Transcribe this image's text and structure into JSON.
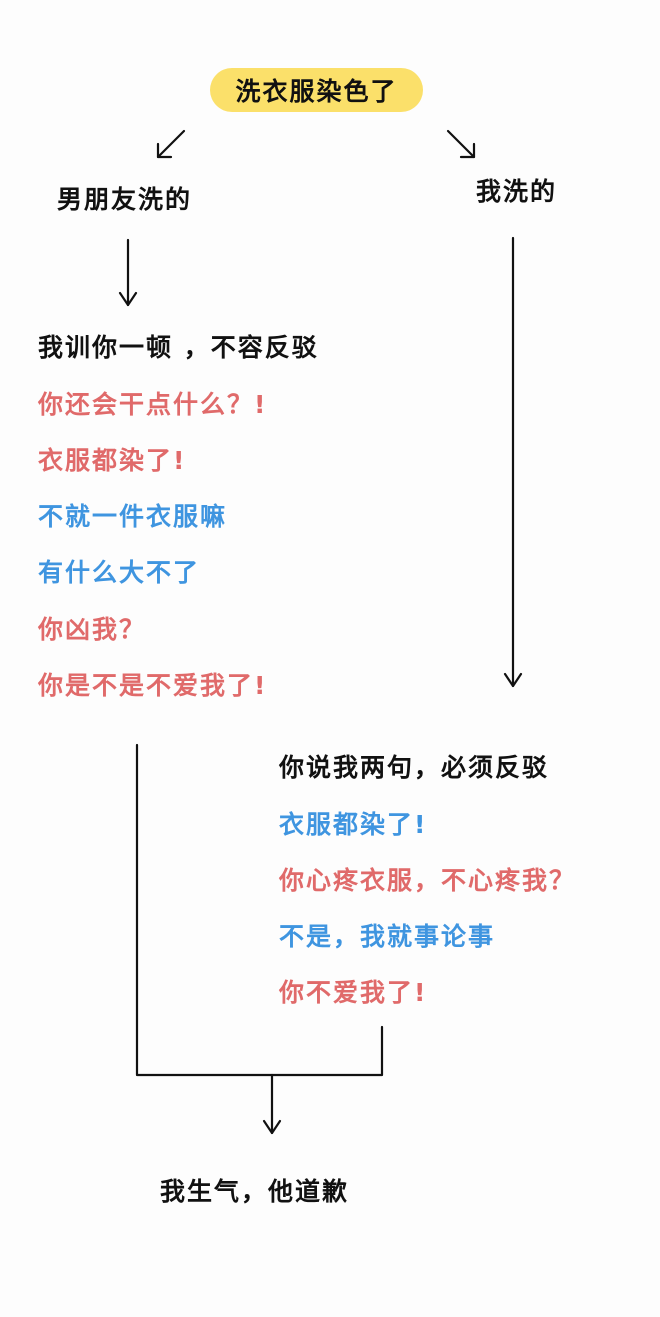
{
  "title": "洗衣服染色了",
  "branches": {
    "left_label": "男朋友洗的",
    "right_label": "我洗的"
  },
  "left_block": [
    {
      "text": "我训你一顿 ，不容反驳",
      "tone": "black"
    },
    {
      "text": "你还会干点什么？!",
      "tone": "red"
    },
    {
      "text": "衣服都染了!",
      "tone": "red"
    },
    {
      "text": "不就一件衣服嘛",
      "tone": "blue"
    },
    {
      "text": "有什么大不了",
      "tone": "blue"
    },
    {
      "text": "你凶我？",
      "tone": "red"
    },
    {
      "text": "你是不是不爱我了!",
      "tone": "red"
    }
  ],
  "right_block": [
    {
      "text": "你说我两句，必须反驳",
      "tone": "black"
    },
    {
      "text": "衣服都染了!",
      "tone": "blue"
    },
    {
      "text": "你心疼衣服，不心疼我？",
      "tone": "red"
    },
    {
      "text": "不是，我就事论事",
      "tone": "blue"
    },
    {
      "text": "你不爱我了!",
      "tone": "red"
    }
  ],
  "conclusion": "我生气，他道歉",
  "colors": {
    "highlight": "#fbe06a",
    "red": "#e06a6a",
    "blue": "#3f95e0",
    "line": "#111111"
  }
}
